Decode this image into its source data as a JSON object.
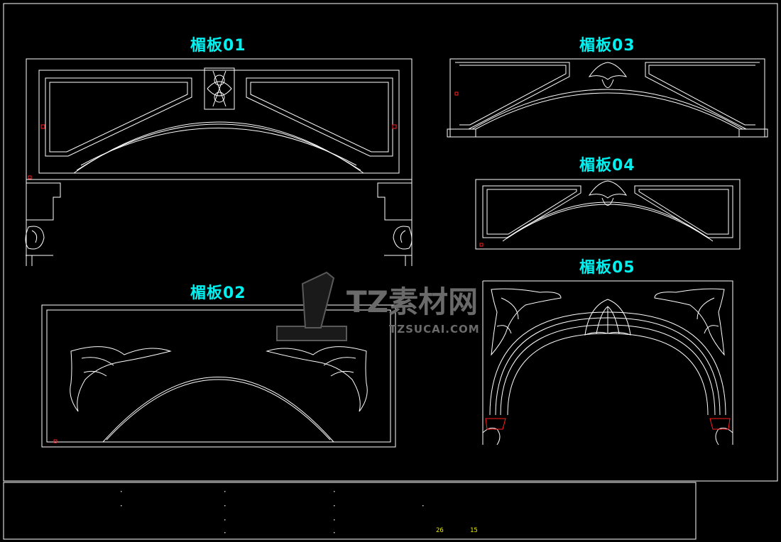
{
  "titles": {
    "panel_01": "楣板01",
    "panel_02": "楣板02",
    "panel_03": "楣板03",
    "panel_04": "楣板04",
    "panel_05": "楣板05"
  },
  "watermark": {
    "mark": "1",
    "brand": "TZ素材网",
    "url": "TZSUCAI.COM"
  },
  "title_block": {
    "value_a": "26",
    "value_b": "15"
  },
  "colors": {
    "background": "#000000",
    "line": "#ffffff",
    "title": "#00f0f0",
    "accent_red": "#ff2020",
    "number": "#e8e800"
  }
}
